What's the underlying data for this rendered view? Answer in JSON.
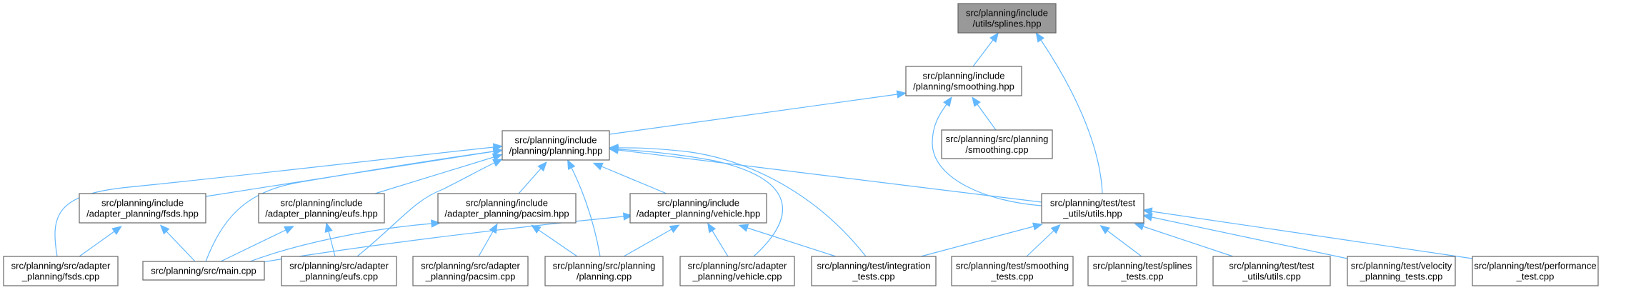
{
  "graph": {
    "title": "Include dependency graph for src/planning/include/utils/splines.hpp",
    "edge_color": "#63b8ff",
    "root_fill": "#999999",
    "node_fill": "#ffffff",
    "nodes": [
      {
        "id": "splines_hpp",
        "lines": [
          "src/planning/include",
          "/utils/splines.hpp"
        ],
        "root": true
      },
      {
        "id": "smoothing_hpp",
        "lines": [
          "src/planning/include",
          "/planning/smoothing.hpp"
        ]
      },
      {
        "id": "smoothing_cpp",
        "lines": [
          "src/planning/src/planning",
          "/smoothing.cpp"
        ]
      },
      {
        "id": "planning_hpp",
        "lines": [
          "src/planning/include",
          "/planning/planning.hpp"
        ]
      },
      {
        "id": "utils_hpp",
        "lines": [
          "src/planning/test/test",
          "_utils/utils.hpp"
        ]
      },
      {
        "id": "fsds_hpp",
        "lines": [
          "src/planning/include",
          "/adapter_planning/fsds.hpp"
        ]
      },
      {
        "id": "eufs_hpp",
        "lines": [
          "src/planning/include",
          "/adapter_planning/eufs.hpp"
        ]
      },
      {
        "id": "pacsim_hpp",
        "lines": [
          "src/planning/include",
          "/adapter_planning/pacsim.hpp"
        ]
      },
      {
        "id": "vehicle_hpp",
        "lines": [
          "src/planning/include",
          "/adapter_planning/vehicle.hpp"
        ]
      },
      {
        "id": "fsds_cpp",
        "lines": [
          "src/planning/src/adapter",
          "_planning/fsds.cpp"
        ]
      },
      {
        "id": "main_cpp",
        "lines": [
          "src/planning/src/main.cpp"
        ]
      },
      {
        "id": "eufs_cpp",
        "lines": [
          "src/planning/src/adapter",
          "_planning/eufs.cpp"
        ]
      },
      {
        "id": "pacsim_cpp",
        "lines": [
          "src/planning/src/adapter",
          "_planning/pacsim.cpp"
        ]
      },
      {
        "id": "planning_cpp",
        "lines": [
          "src/planning/src/planning",
          "/planning.cpp"
        ]
      },
      {
        "id": "vehicle_cpp",
        "lines": [
          "src/planning/src/adapter",
          "_planning/vehicle.cpp"
        ]
      },
      {
        "id": "integration_tests_cpp",
        "lines": [
          "src/planning/test/integration",
          "_tests.cpp"
        ]
      },
      {
        "id": "smoothing_tests_cpp",
        "lines": [
          "src/planning/test/smoothing",
          "_tests.cpp"
        ]
      },
      {
        "id": "splines_tests_cpp",
        "lines": [
          "src/planning/test/splines",
          "_tests.cpp"
        ]
      },
      {
        "id": "utils_cpp",
        "lines": [
          "src/planning/test/test",
          "_utils/utils.cpp"
        ]
      },
      {
        "id": "velocity_planning_tests_cpp",
        "lines": [
          "src/planning/test/velocity",
          "_planning_tests.cpp"
        ]
      },
      {
        "id": "performance_test_cpp",
        "lines": [
          "src/planning/test/performance",
          "_test.cpp"
        ]
      }
    ],
    "edges": [
      {
        "from": "smoothing_hpp",
        "to": "splines_hpp"
      },
      {
        "from": "utils_hpp",
        "to": "splines_hpp"
      },
      {
        "from": "planning_hpp",
        "to": "smoothing_hpp"
      },
      {
        "from": "smoothing_cpp",
        "to": "smoothing_hpp"
      },
      {
        "from": "utils_hpp",
        "to": "smoothing_hpp"
      },
      {
        "from": "fsds_hpp",
        "to": "planning_hpp"
      },
      {
        "from": "eufs_hpp",
        "to": "planning_hpp"
      },
      {
        "from": "pacsim_hpp",
        "to": "planning_hpp"
      },
      {
        "from": "vehicle_hpp",
        "to": "planning_hpp"
      },
      {
        "from": "fsds_cpp",
        "to": "planning_hpp"
      },
      {
        "from": "main_cpp",
        "to": "planning_hpp"
      },
      {
        "from": "eufs_cpp",
        "to": "planning_hpp"
      },
      {
        "from": "planning_cpp",
        "to": "planning_hpp"
      },
      {
        "from": "vehicle_cpp",
        "to": "planning_hpp"
      },
      {
        "from": "integration_tests_cpp",
        "to": "planning_hpp"
      },
      {
        "from": "utils_hpp",
        "to": "planning_hpp"
      },
      {
        "from": "fsds_cpp",
        "to": "fsds_hpp"
      },
      {
        "from": "main_cpp",
        "to": "fsds_hpp"
      },
      {
        "from": "main_cpp",
        "to": "eufs_hpp"
      },
      {
        "from": "eufs_cpp",
        "to": "eufs_hpp"
      },
      {
        "from": "main_cpp",
        "to": "pacsim_hpp"
      },
      {
        "from": "pacsim_cpp",
        "to": "pacsim_hpp"
      },
      {
        "from": "planning_cpp",
        "to": "pacsim_hpp"
      },
      {
        "from": "main_cpp",
        "to": "vehicle_hpp"
      },
      {
        "from": "planning_cpp",
        "to": "vehicle_hpp"
      },
      {
        "from": "vehicle_cpp",
        "to": "vehicle_hpp"
      },
      {
        "from": "integration_tests_cpp",
        "to": "vehicle_hpp"
      },
      {
        "from": "integration_tests_cpp",
        "to": "utils_hpp"
      },
      {
        "from": "smoothing_tests_cpp",
        "to": "utils_hpp"
      },
      {
        "from": "splines_tests_cpp",
        "to": "utils_hpp"
      },
      {
        "from": "utils_cpp",
        "to": "utils_hpp"
      },
      {
        "from": "velocity_planning_tests_cpp",
        "to": "utils_hpp"
      },
      {
        "from": "performance_test_cpp",
        "to": "utils_hpp"
      }
    ]
  }
}
